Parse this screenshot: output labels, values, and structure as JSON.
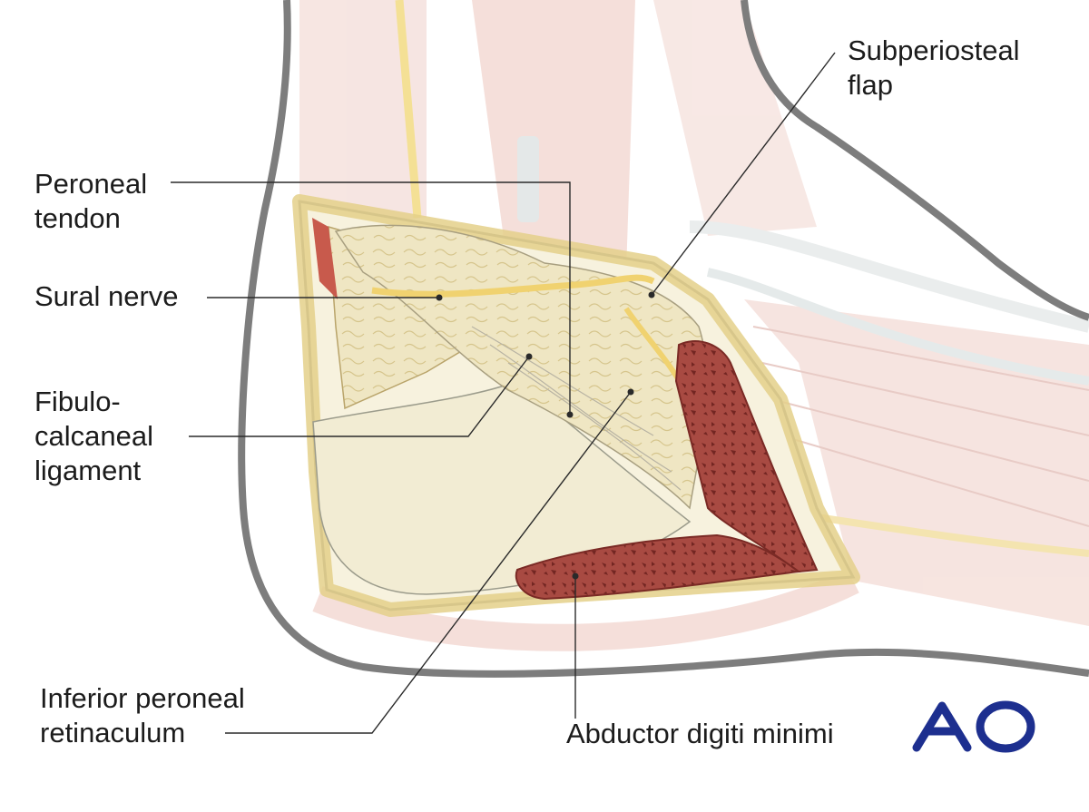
{
  "labels": {
    "subperiosteal_flap": [
      "Subperiosteal",
      "flap"
    ],
    "peroneal_tendon": [
      "Peroneal",
      "tendon"
    ],
    "sural_nerve": [
      "Sural nerve"
    ],
    "fibulocalcaneal_ligament": [
      "Fibulo-",
      "calcaneal",
      "ligament"
    ],
    "inferior_peroneal_retinaculum": [
      "Inferior peroneal",
      "retinaculum"
    ],
    "abductor_digiti_minimi": [
      "Abductor digiti minimi"
    ]
  },
  "logo": {
    "text": "AO",
    "color": "#1d2f8f"
  },
  "colors": {
    "outline": "#7d7d7d",
    "fat": "#f1e8c4",
    "fat_edge": "#c9b46a",
    "bone": "#f3eed9",
    "tendon": "#e9e6d9",
    "muscle": "#a8473e",
    "muscle_dark": "#7a2a25",
    "nerve": "#f3d97a",
    "background_muscle": "#f2d4cf"
  }
}
